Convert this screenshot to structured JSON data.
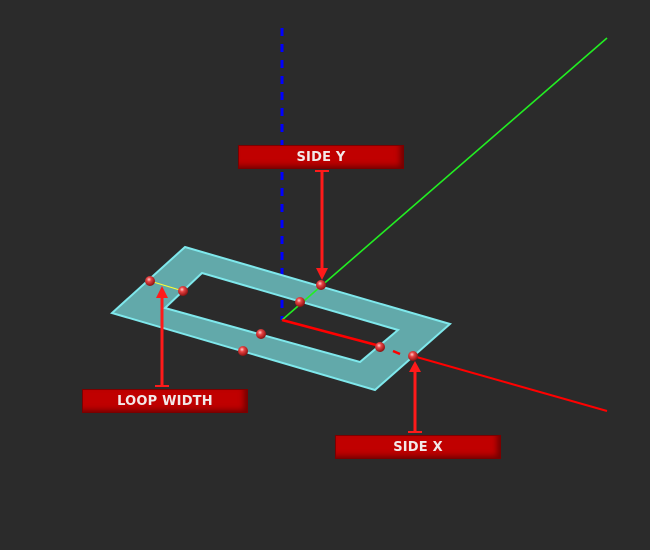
{
  "labels": {
    "side_y": "SIDE Y",
    "loop_width": "LOOP WIDTH",
    "side_x": "SIDE X"
  },
  "colors": {
    "background": "#2b2b2b",
    "loop_fill": "#62a9aa",
    "loop_edge": "#7fe8ec",
    "label_bg": "#c00000",
    "arrow": "#ff1a1a",
    "axis_x": "#ff0000",
    "axis_y": "#00ff00",
    "axis_z": "#0000ff",
    "marker": "#e03030",
    "width_line": "#ffff33"
  },
  "axes": [
    {
      "name": "x-axis",
      "color": "red"
    },
    {
      "name": "y-axis",
      "color": "green"
    },
    {
      "name": "z-axis",
      "color": "blue",
      "style": "dashed"
    }
  ]
}
